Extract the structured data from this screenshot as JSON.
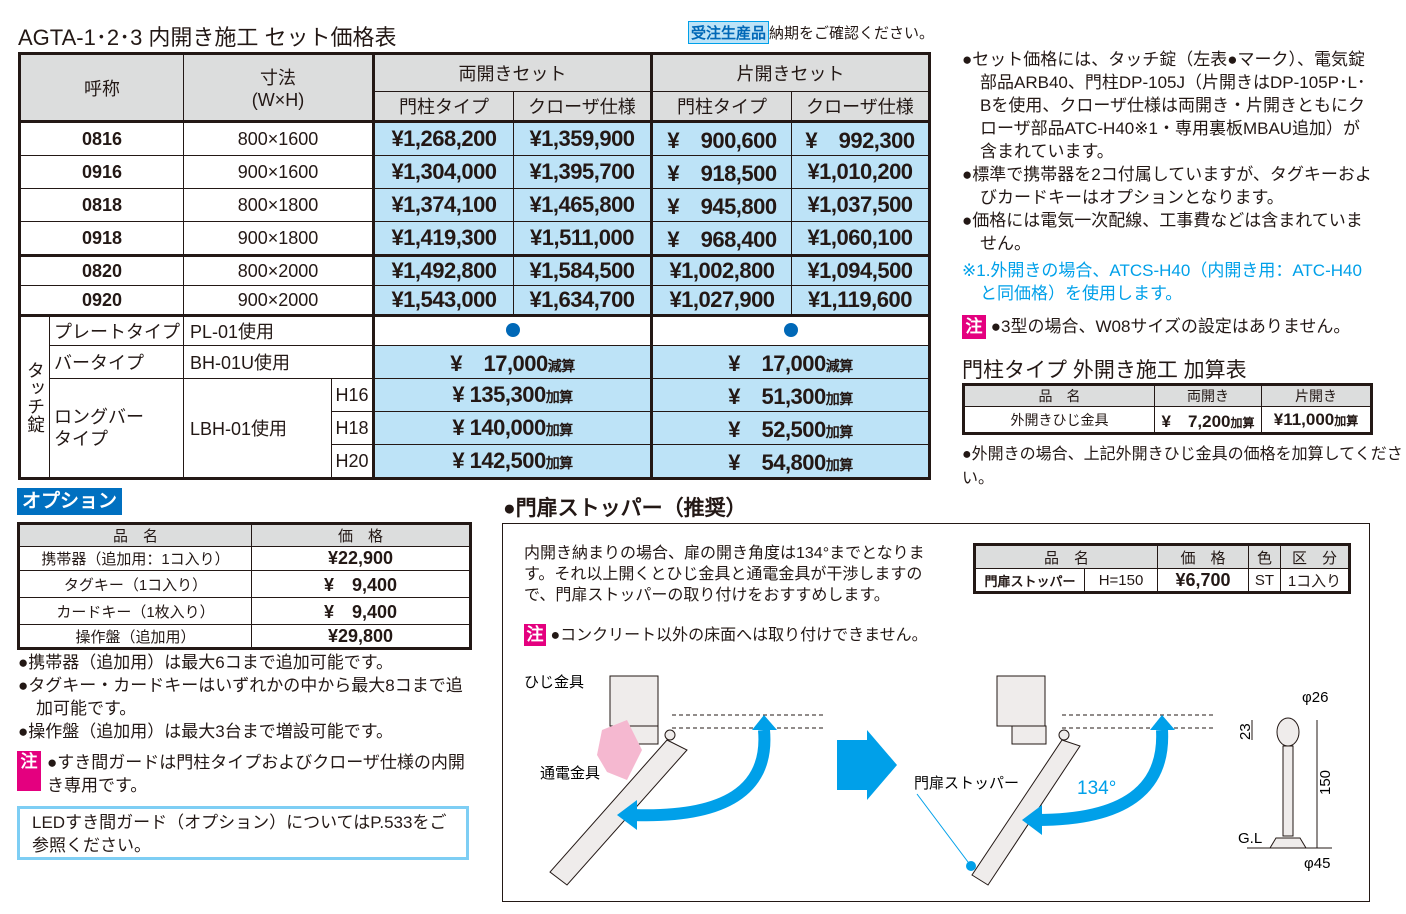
{
  "title": "AGTA-1･2･3 内開き施工 セット価格表",
  "order_badge": "受注生産品",
  "order_note": "納期をご確認ください。",
  "main_table": {
    "headers": {
      "name": "呼称",
      "size": "寸法\n(W×H)",
      "double": "両開きセット",
      "single": "片開きセット",
      "post": "門柱タイプ",
      "closer": "クローザ仕様"
    },
    "rows": [
      {
        "name": "0816",
        "size": "800×1600",
        "prices": [
          "¥1,268,200",
          "¥1,359,900",
          "¥　900,600",
          "¥　992,300"
        ]
      },
      {
        "name": "0916",
        "size": "900×1600",
        "prices": [
          "¥1,304,000",
          "¥1,395,700",
          "¥　918,500",
          "¥1,010,200"
        ]
      },
      {
        "name": "0818",
        "size": "800×1800",
        "prices": [
          "¥1,374,100",
          "¥1,465,800",
          "¥　945,800",
          "¥1,037,500"
        ]
      },
      {
        "name": "0918",
        "size": "900×1800",
        "prices": [
          "¥1,419,300",
          "¥1,511,000",
          "¥　968,400",
          "¥1,060,100"
        ]
      },
      {
        "name": "0820",
        "size": "800×2000",
        "prices": [
          "¥1,492,800",
          "¥1,584,500",
          "¥1,002,800",
          "¥1,094,500"
        ]
      },
      {
        "name": "0920",
        "size": "900×2000",
        "prices": [
          "¥1,543,000",
          "¥1,634,700",
          "¥1,027,900",
          "¥1,119,600"
        ]
      }
    ],
    "touch_lock": {
      "label": "タッチ錠",
      "plate": {
        "type": "プレートタイプ",
        "model": "PL-01使用",
        "marker": "included-dot"
      },
      "bar": {
        "type": "バータイプ",
        "model": "BH-01U使用",
        "double": "¥　17,000",
        "single": "¥　17,000",
        "suffix": "減算"
      },
      "longbar": {
        "type": "ロングバー\nタイプ",
        "model": "LBH-01使用",
        "rows": [
          {
            "h": "H16",
            "double": "¥ 135,300",
            "single": "¥　51,300",
            "suffix": "加算"
          },
          {
            "h": "H18",
            "double": "¥ 140,000",
            "single": "¥　52,500",
            "suffix": "加算"
          },
          {
            "h": "H20",
            "double": "¥ 142,500",
            "single": "¥　54,800",
            "suffix": "加算"
          }
        ]
      }
    }
  },
  "right_notes": [
    "●セット価格には、タッチ錠（左表●マーク）、電気錠部品ARB40、門柱DP-105J（片開きはDP-105P･L･Bを使用、クローザ仕様は両開き・片開きともにクローザ部品ATC-H40※1・専用裏板MBAU追加）が含まれています。",
    "●標準で携帯器を2コ付属していますが、タグキーおよびカードキーはオプションとなります。",
    "●価格には電気一次配線、工事費などは含まれていません。"
  ],
  "right_footnote": "※1.外開きの場合、ATCS-H40（内開き用：ATC-H40と同価格）を使用します。",
  "caution_label": "注",
  "right_caution": "●3型の場合、W08サイズの設定はありません。",
  "outward": {
    "title": "門柱タイプ 外開き施工 加算表",
    "headers": [
      "品　名",
      "両開き",
      "片開き"
    ],
    "row": {
      "name": "外開きひじ金具",
      "double": "¥　7,200",
      "single": "¥11,000",
      "suffix": "加算"
    },
    "note": "●外開きの場合、上記外開きひじ金具の価格を加算してください。"
  },
  "options": {
    "badge": "オプション",
    "headers": [
      "品　名",
      "価　格"
    ],
    "rows": [
      {
        "name": "携帯器（追加用：1コ入り）",
        "price": "¥22,900"
      },
      {
        "name": "タグキー（1コ入り）",
        "price": "¥　9,400"
      },
      {
        "name": "カードキー（1枚入り）",
        "price": "¥　9,400"
      },
      {
        "name": "操作盤（追加用）",
        "price": "¥29,800"
      }
    ],
    "notes": [
      "●携帯器（追加用）は最大6コまで追加可能です。",
      "●タグキー・カードキーはいずれかの中から最大8コまで追加可能です。",
      "●操作盤（追加用）は最大3台まで増設可能です。"
    ],
    "caution": "●すき間ガードは門柱タイプおよびクローザ仕様の内開き専用です。",
    "led_note": "LEDすき間ガード（オプション）についてはP.533をご参照ください。"
  },
  "stopper": {
    "title": "●門扉ストッパー（推奨）",
    "description": "内開き納まりの場合、扉の開き角度は134°までとなります。それ以上開くとひじ金具と通電金具が干渉しますので、門扉ストッパーの取り付けをおすすめします。",
    "caution": "●コンクリート以外の床面へは取り付けできません。",
    "table": {
      "headers": [
        "品　名",
        "価　格",
        "色",
        "区　分"
      ],
      "row": {
        "name": "門扉ストッパー",
        "size": "H=150",
        "price": "¥6,700",
        "color": "ST",
        "unit": "1コ入り"
      }
    },
    "labels": {
      "hinge": "ひじ金具",
      "conductor": "通電金具",
      "stopper": "門扉ストッパー",
      "angle": "134°",
      "d_top": "φ26",
      "h_top": "23",
      "height": "150",
      "gl": "G.L",
      "d_base": "φ45"
    }
  },
  "colors": {
    "price_bg": "#bde3f7",
    "header_bg": "#dcdddd",
    "accent_blue": "#0070c0",
    "cyan": "#00a0e9",
    "caution": "#e4007f"
  }
}
